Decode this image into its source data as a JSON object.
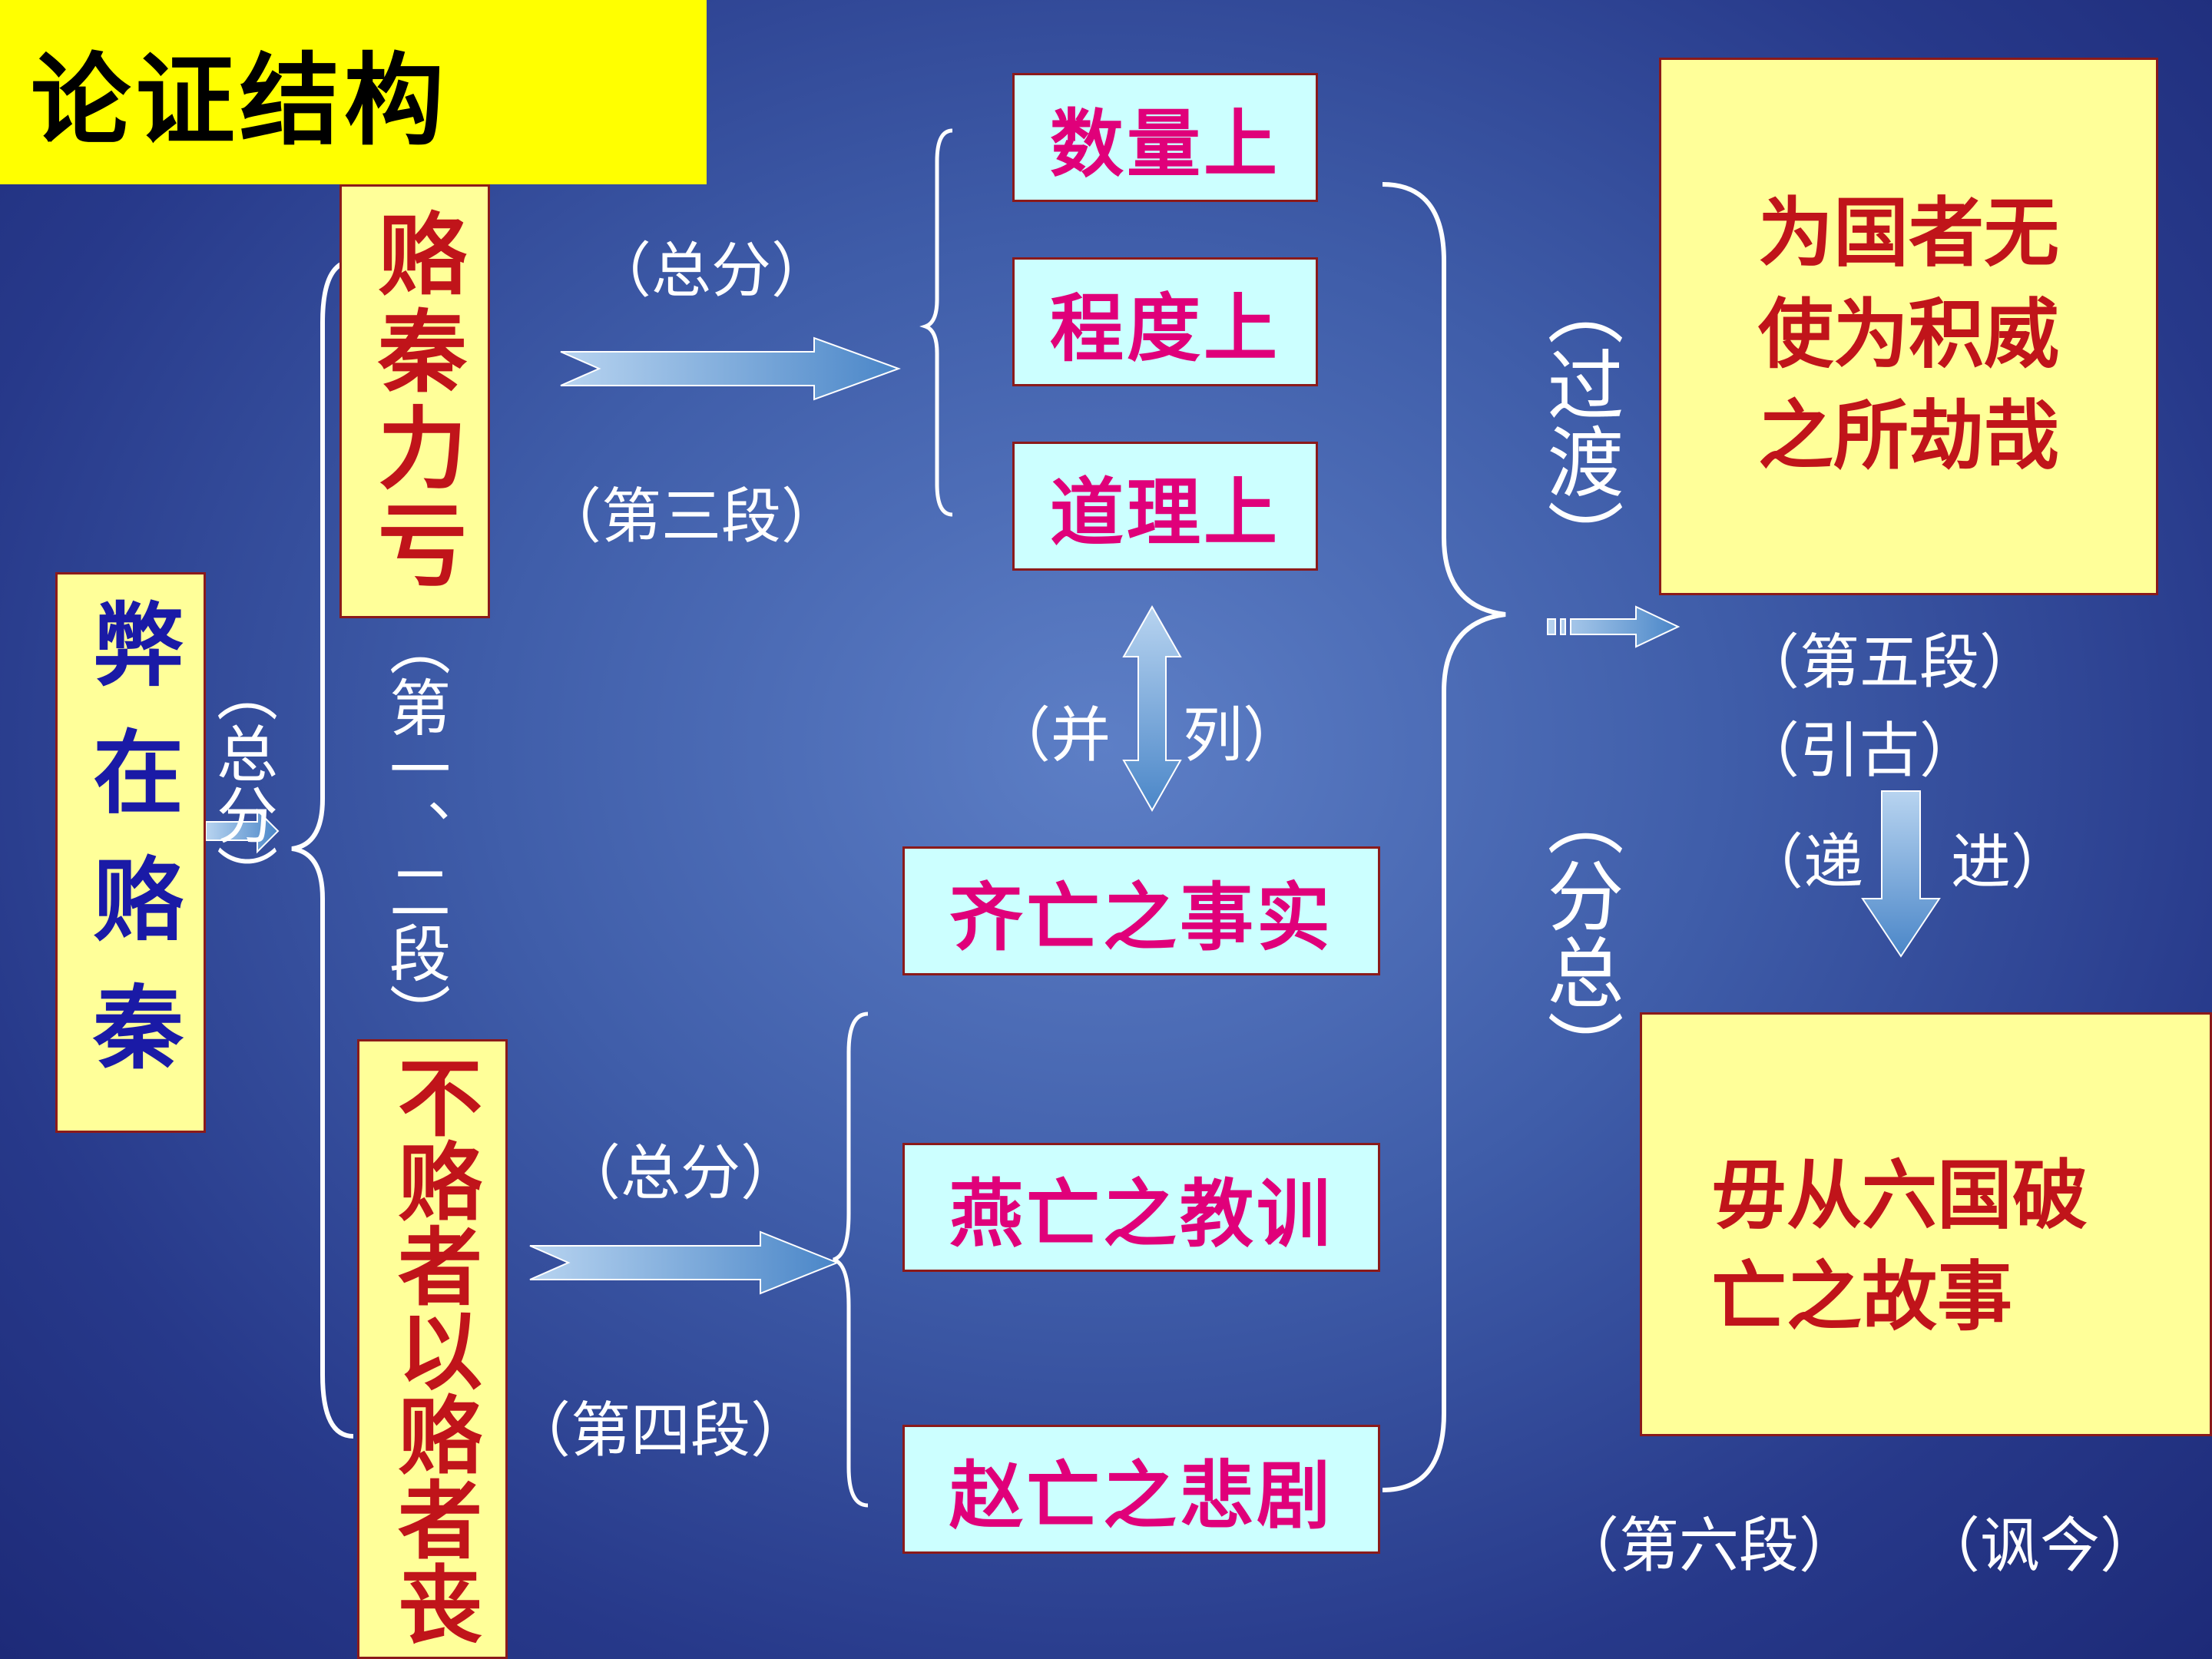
{
  "title": "论证结构",
  "thesis": "弊在赂秦",
  "link_zongfen": "（总分）",
  "branch_top": "赂秦力亏",
  "branch_bottom": "不赂者以赂者丧",
  "para_1_2": "（第一、二段）",
  "top_relation": "（总分）",
  "top_para": "（第三段）",
  "top_items": [
    "数量上",
    "程度上",
    "道理上"
  ],
  "parallel_label_left": "（并",
  "parallel_label_right": "列）",
  "bottom_relation": "（总分）",
  "bottom_para": "（第四段）",
  "bottom_items": [
    "齐亡之事实",
    "燕亡之教训",
    "赵亡之悲剧"
  ],
  "transition": "（过渡）",
  "fenzong": "（分总）",
  "quote_box": [
    "为国者无",
    "使为积威",
    "之所劫哉"
  ],
  "para_5": "（第五段）",
  "yingu": "（引古）",
  "progression_left": "（递",
  "progression_right": "进）",
  "final_box": [
    "毋从六国破",
    "亡之故事"
  ],
  "para_6": "（第六段）",
  "fengjin": "（讽今）",
  "colors": {
    "background": "#3f5da9",
    "title_bg": "#ffff00",
    "box_yellow": "#ffff99",
    "box_cyan": "#ccffff",
    "text_red": "#c0141a",
    "text_magenta": "#e0007a",
    "text_blue": "#1a1aa6"
  }
}
